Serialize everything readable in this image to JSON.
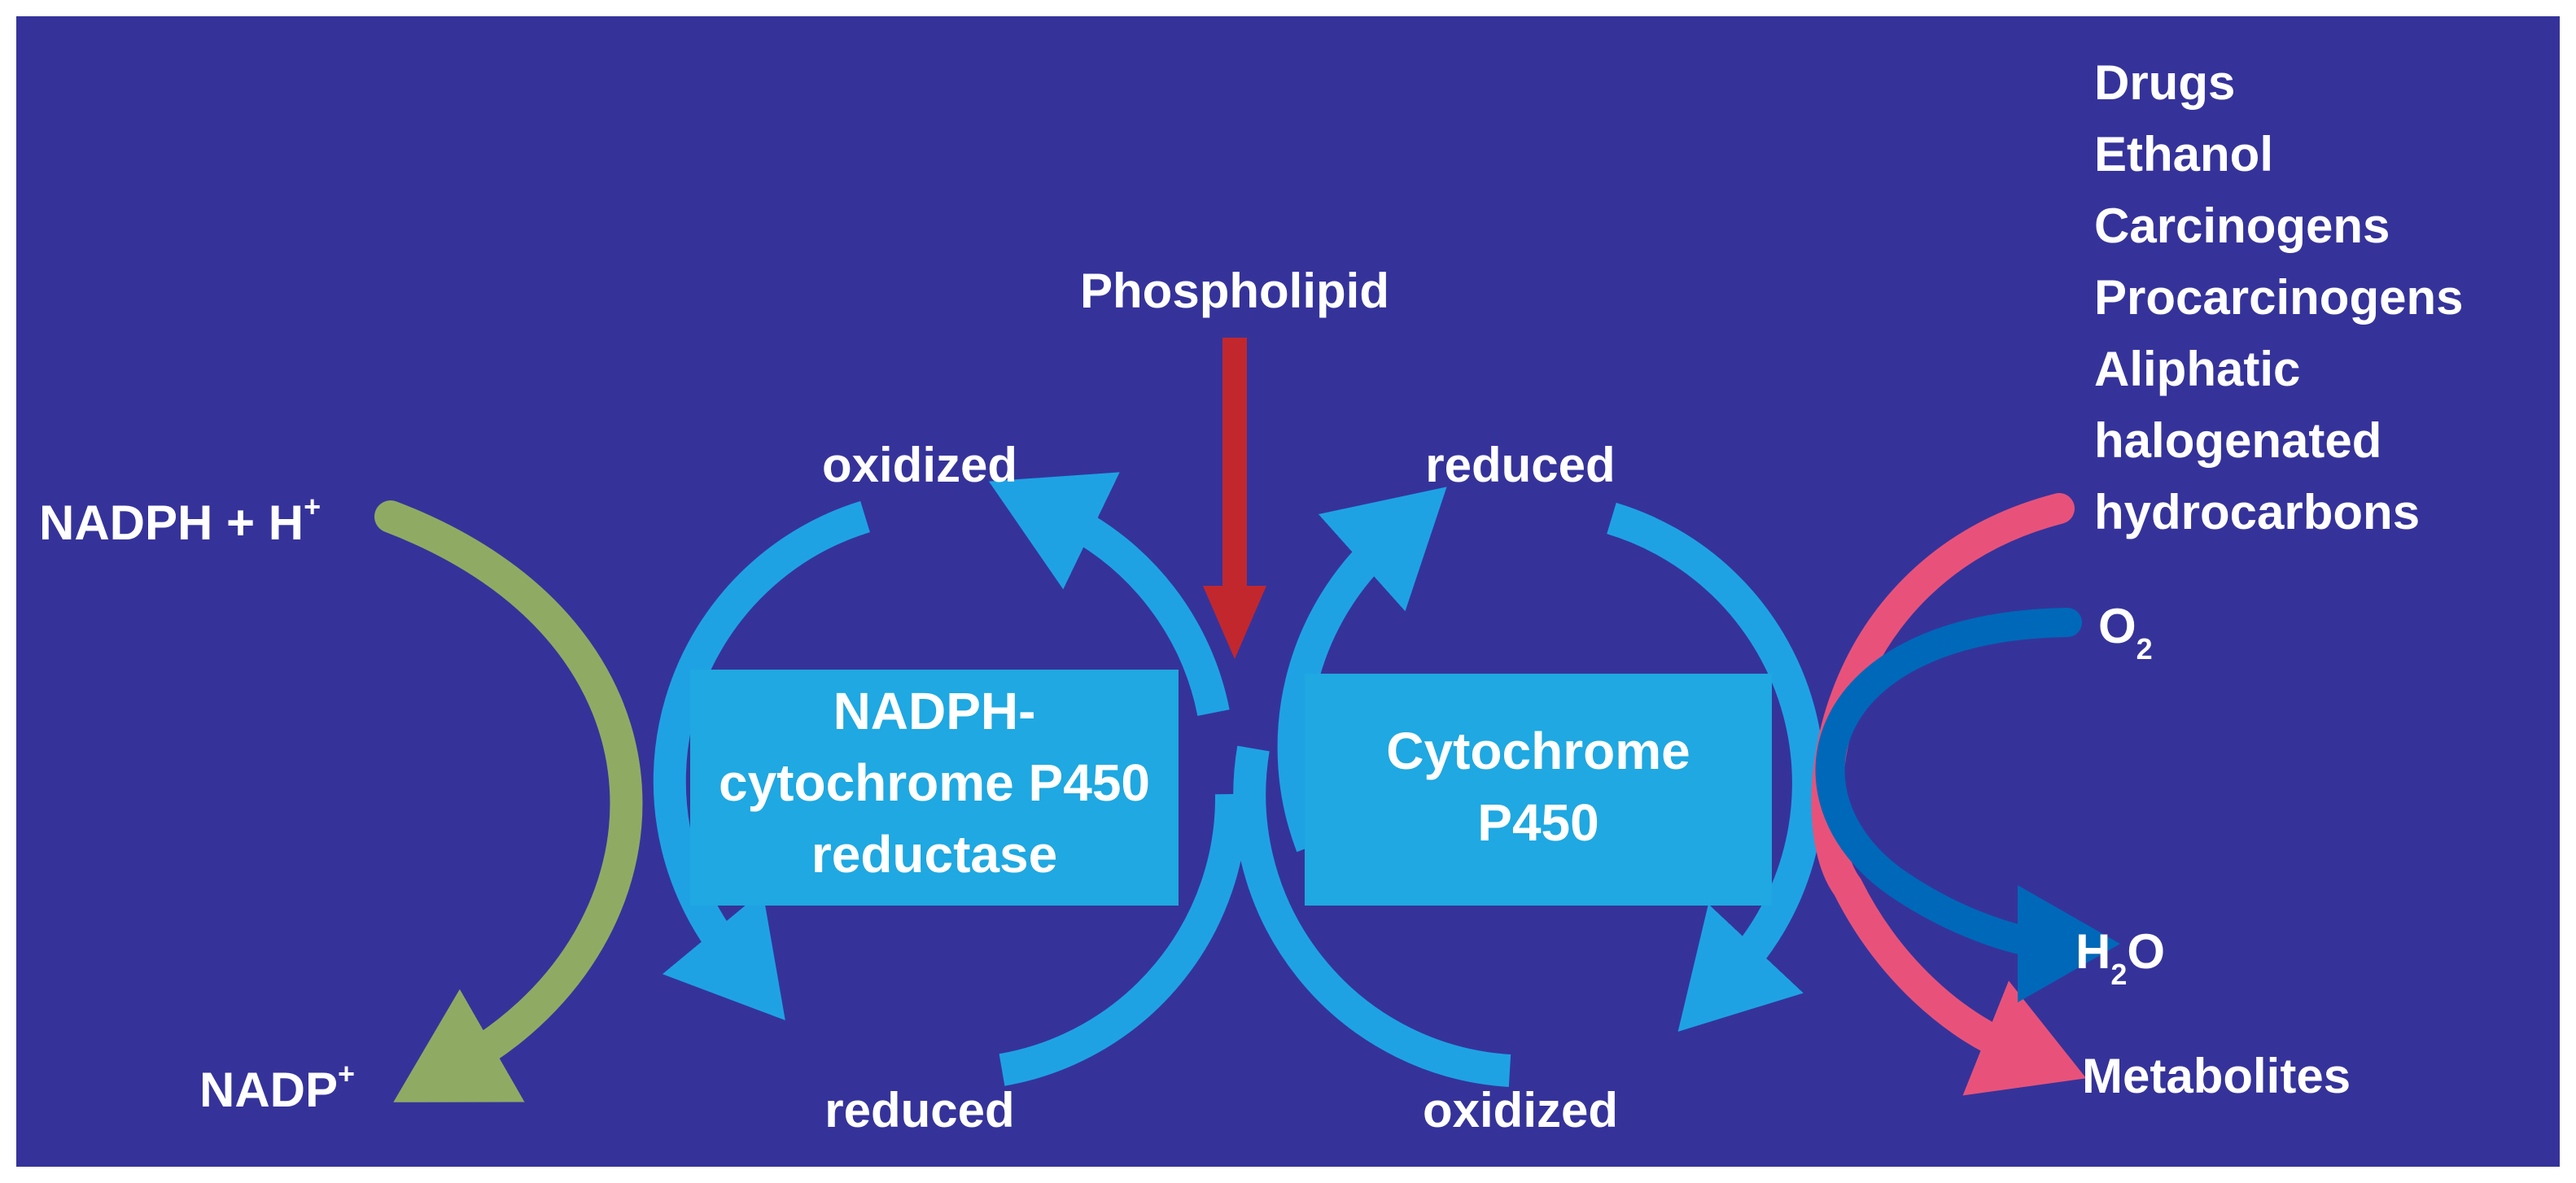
{
  "colors": {
    "background": "#35339a",
    "frame": "#ffffff",
    "cycle_arrow": "#1fa2e4",
    "enzyme_box": "#1fa8e1",
    "phospholipid_arrow": "#c2272e",
    "nadph_arrow": "#8fab63",
    "substrate_arrow": "#e8527a",
    "oxygen_arrow": "#0068b8",
    "text": "#ffffff"
  },
  "left_cycle": {
    "box_lines": [
      "NADPH-",
      "cytochrome P450",
      "reductase"
    ],
    "top_label": "oxidized",
    "bottom_label": "reduced"
  },
  "right_cycle": {
    "box_lines": [
      "Cytochrome",
      "P450"
    ],
    "top_label": "reduced",
    "bottom_label": "oxidized"
  },
  "phospholipid": {
    "label": "Phospholipid"
  },
  "cofactor": {
    "input_main": "NADPH + H",
    "input_sup": "+",
    "output_main": "NADP",
    "output_sup": "+"
  },
  "substrates": [
    "Drugs",
    "Ethanol",
    "Carcinogens",
    "Procarcinogens",
    "Aliphatic",
    "halogenated",
    "hydrocarbons"
  ],
  "oxygen": {
    "main": "O",
    "sub": "2"
  },
  "water": {
    "pre": "H",
    "sub": "2",
    "post": "O"
  },
  "products": {
    "label": "Metabolites"
  }
}
